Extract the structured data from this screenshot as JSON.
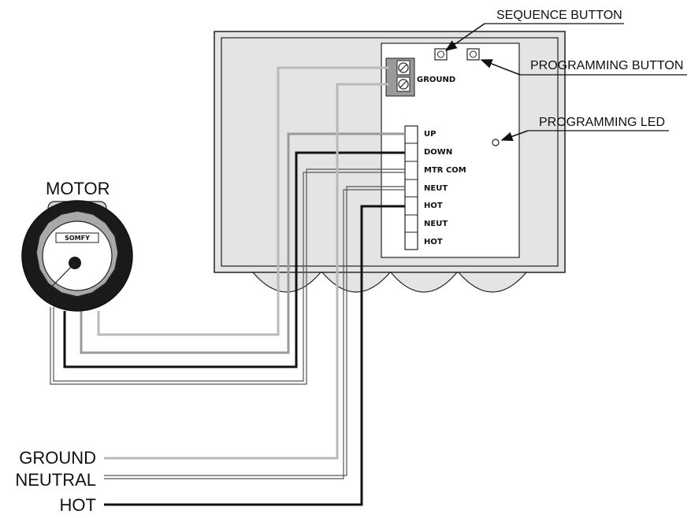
{
  "labels": {
    "sequence_button": "SEQUENCE BUTTON",
    "programming_button": "PROGRAMMING BUTTON",
    "programming_led": "PROGRAMMING LED",
    "motor": "MOTOR",
    "motor_brand": "SOMFY",
    "ground_terminal": "GROUND"
  },
  "terminals": [
    "UP",
    "DOWN",
    "MTR COM",
    "NEUT",
    "HOT",
    "NEUT",
    "HOT"
  ],
  "supply": {
    "ground": "GROUND",
    "neutral": "NEUTRAL",
    "hot": "HOT"
  },
  "colors": {
    "wire_light": "#b9b9b9",
    "wire_mid": "#8a8a8a",
    "wire_hot": "#111111",
    "box_fill": "#e4e4e4",
    "motor_dark": "#1a1a1a",
    "motor_ring": "#a9a9a9"
  }
}
